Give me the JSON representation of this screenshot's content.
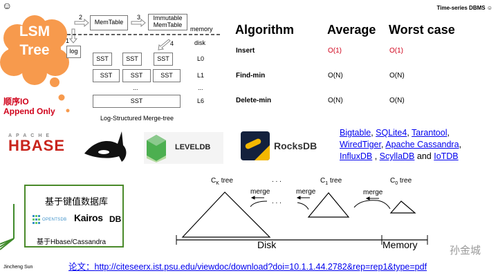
{
  "header": {
    "right_title": "Time-series DBMS ☺",
    "smiley": "☺"
  },
  "cloud": {
    "title_line1": "LSM",
    "title_line2": "Tree"
  },
  "notes": {
    "line1": "顺序IO",
    "line2": "Append Only"
  },
  "diagram": {
    "step1": "1",
    "step2": "2",
    "step3": "3",
    "step4": "4",
    "memtable": "MemTable",
    "immutable": "Immutable MemTable",
    "log": "log",
    "memory": "memory",
    "disk": "disk",
    "levels": [
      "L0",
      "L1",
      "...",
      "L6"
    ],
    "sst": "SST",
    "ellipsis": "...",
    "caption": "Log-Structured Merge-tree"
  },
  "table": {
    "headers": [
      "Algorithm",
      "Average",
      "Worst case"
    ],
    "rows": [
      [
        "Insert",
        "O(1)",
        "O(1)"
      ],
      [
        "Find-min",
        "O(N)",
        "O(N)"
      ],
      [
        "Delete-min",
        "O(N)",
        "O(N)"
      ]
    ],
    "highlight_color": "#d0021b"
  },
  "logos": {
    "hbase_top": "APACHE",
    "hbase": "HBASE",
    "leveldb": "LEVELDB",
    "rocksdb": "RocksDB"
  },
  "links": {
    "items": [
      "Bigtable",
      "SQLite4",
      "Tarantool",
      "WiredTiger",
      "Apache Cassandra",
      "InfluxDB",
      "ScyllaDB",
      "IoTDB"
    ],
    "and": "and"
  },
  "kv_box": {
    "title": "基于键值数据库",
    "opentsdb": "OPENTSDB",
    "kairos": "Kairos",
    "db": "DB",
    "footer": "基于Hbase/Cassandra"
  },
  "merge_diagram": {
    "ck": "C",
    "ck_sub": "K",
    "c1": "C",
    "c1_sub": "1",
    "c0": "C",
    "c0_sub": "0",
    "tree": "tree",
    "merge": "merge",
    "dots": ". . .",
    "disk": "Disk",
    "memory": "Memory"
  },
  "footer": {
    "author": "Jincheng Sun",
    "paper_label": "论文：",
    "paper_url": "http://citeseerx.ist.psu.edu/viewdoc/download?doi=10.1.1.44.2782&rep=rep1&type=pdf",
    "watermark": "孙金城"
  }
}
